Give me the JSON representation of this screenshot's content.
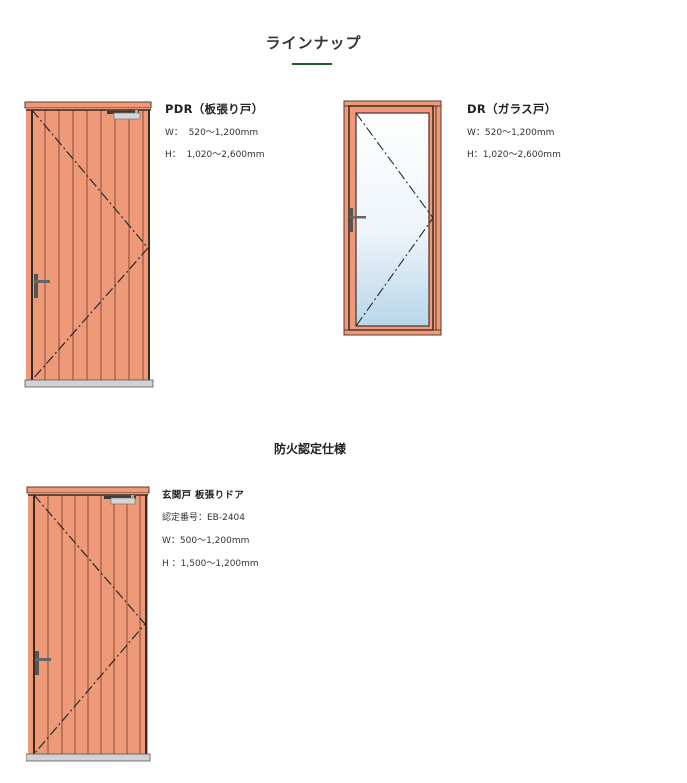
{
  "header": {
    "title": "ラインナップ",
    "accent_color": "#1f5b2a"
  },
  "products": [
    {
      "name": "PDR（板張り戸）",
      "width_label": "W：  520〜1,200mm",
      "height_label": "H：  1,020〜2,600mm",
      "image": "plank-door-illustration"
    },
    {
      "name": "DR（ガラス戸）",
      "width_label": "W：520〜1,200mm",
      "height_label": "H：1,020〜2,600mm",
      "image": "glass-door-illustration"
    }
  ],
  "fire_section": {
    "title": "防火認定仕様",
    "product": {
      "name": "玄関戸 板張りドア",
      "cert_label": "認定番号：EB-2404",
      "width_label": "W：500〜1,200mm",
      "height_label": "H ：1,500〜1,200mm",
      "image": "fire-rated-plank-door-illustration"
    }
  },
  "colors": {
    "wood": "#ee9977",
    "wood_frame": "#e98a6a",
    "outline": "#3a2a22",
    "plank_line": "#9a5a44",
    "threshold": "#cfcfcf",
    "glass_top": "#ffffff",
    "glass_bottom": "#bcd9ec"
  }
}
